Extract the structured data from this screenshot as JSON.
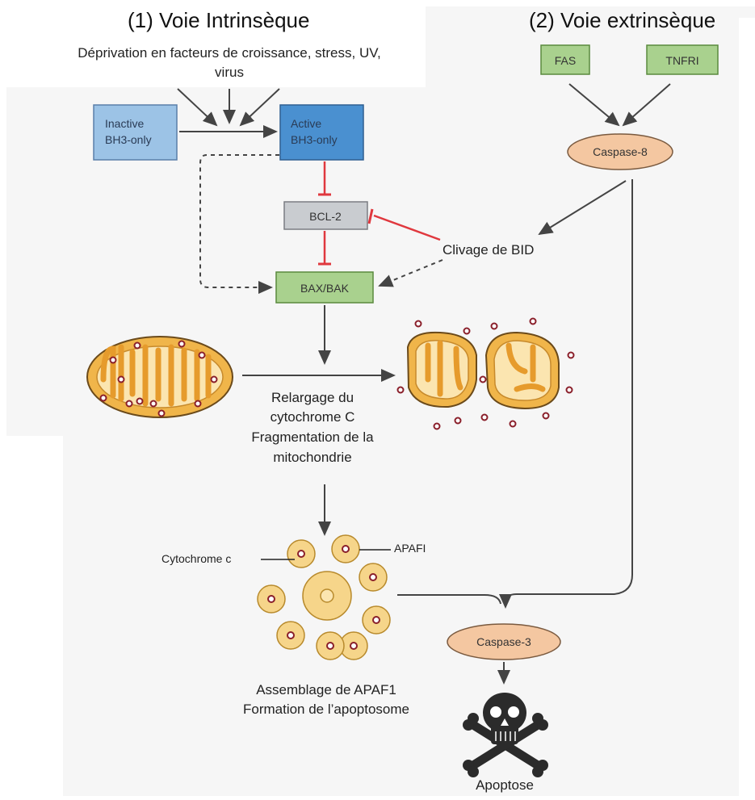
{
  "titles": {
    "intrinsic": "(1) Voie Intrinsèque",
    "extrinsic": "(2) Voie extrinsèque"
  },
  "stimulus": {
    "line1": "Déprivation en facteurs de croissance, stress, UV,",
    "line2": "virus"
  },
  "boxes": {
    "inactive_line1": "Inactive",
    "inactive_line2": "BH3-only",
    "active_line1": "Active",
    "active_line2": "BH3-only",
    "bcl2": "BCL-2",
    "baxbak": "BAX/BAK",
    "fas": "FAS",
    "tnfr1": "TNFRI",
    "caspase8": "Caspase-8",
    "caspase3": "Caspase-3"
  },
  "labels": {
    "bid": "Clivage de BID",
    "release_line1": "Relargage du",
    "release_line2": "cytochrome C",
    "release_line3": "Fragmentation de la",
    "release_line4": "mitochondrie",
    "cytochrome": "Cytochrome c",
    "apaf": "APAFI",
    "assembly_line1": "Assemblage de APAF1",
    "assembly_line2": "Formation de l’apoptosome",
    "apoptosis": "Apoptose"
  },
  "colors": {
    "blue_light": "#9cc3e6",
    "blue_active": "#4a90d0",
    "green_box": "#a9d18e",
    "grey_box": "#c9ccd0",
    "caspase_fill": "#f4c7a1",
    "mito_outer": "#f0b54a",
    "mito_inner": "#fbe5b0",
    "inhibit_red": "#e0383e",
    "arrow_grey": "#444444"
  },
  "icons": {
    "skull": "skull-crossbones-icon"
  }
}
